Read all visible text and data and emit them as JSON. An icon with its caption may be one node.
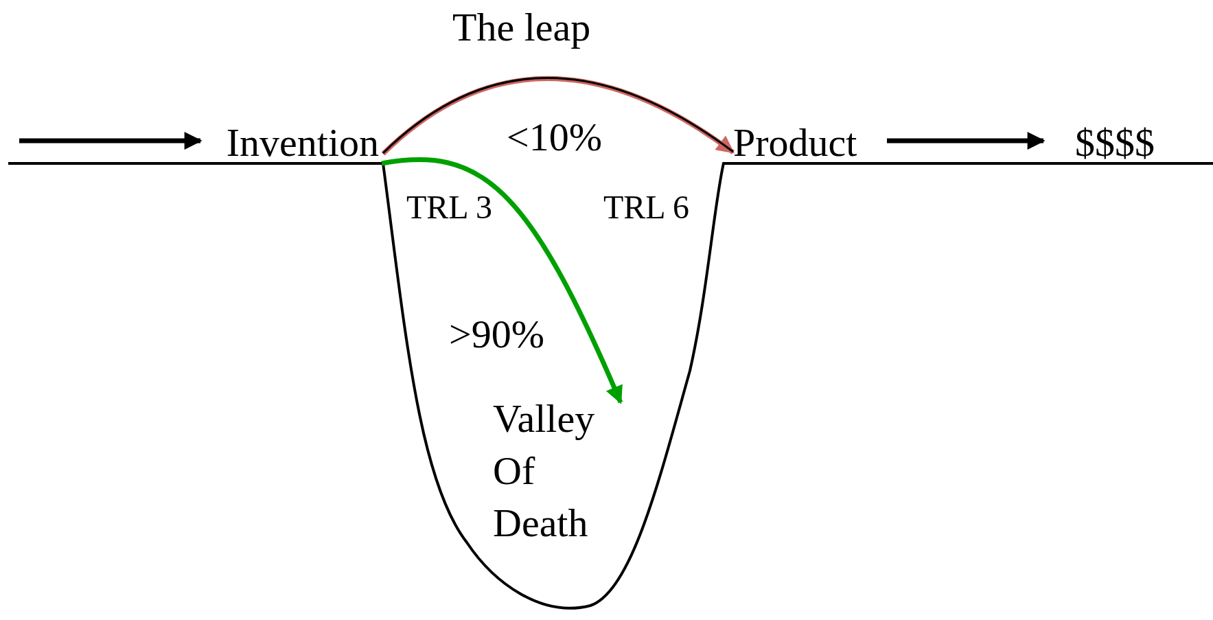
{
  "diagram": {
    "nodes": [
      {
        "text": [
          "Invention"
        ]
      },
      {
        "text": [
          "Product"
        ]
      },
      {
        "text": [
          "$$$$"
        ]
      },
      {
        "text": [
          "Valley Of Death"
        ]
      }
    ],
    "edges": [
      {
        "from": null,
        "to": 0,
        "arrow": "to"
      },
      {
        "from": 0,
        "to": 1,
        "arrow": "to",
        "label": "The leap",
        "color": "#cd6660"
      },
      {
        "from": 0,
        "to": 3,
        "arrow": "to",
        "label": ">90%",
        "color": "#00a000"
      },
      {
        "from": 1,
        "to": 2,
        "arrow": "to"
      }
    ],
    "labels": [
      "<10%",
      "TRL 3",
      "TRL 6"
    ]
  }
}
